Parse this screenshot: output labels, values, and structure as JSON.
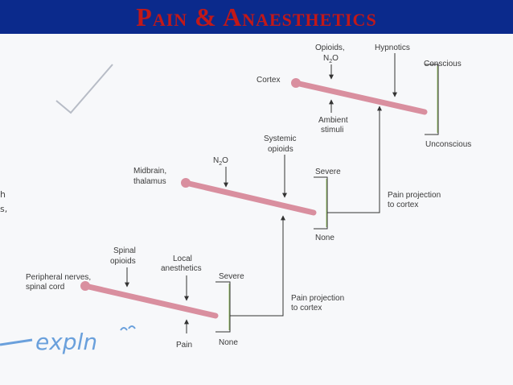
{
  "title": "Pain & Anaesthetics",
  "colors": {
    "title_bg": "#0b2a8c",
    "title_text": "#c21818",
    "pathway_bar": "#d98f9f",
    "handwriting": "#6aa0dc"
  },
  "diagram": {
    "cortex": {
      "node": "Cortex",
      "opioids": "Opioids,",
      "n2o": "N",
      "n2o_sub": "2",
      "n2o_end": "O",
      "hypnotics": "Hypnotics",
      "ambient_1": "Ambient",
      "ambient_2": "stimuli",
      "conscious": "Conscious",
      "unconscious": "Unconscious"
    },
    "midbrain": {
      "node_1": "Midbrain,",
      "node_2": "thalamus",
      "n2o": "N",
      "n2o_sub": "2",
      "n2o_end": "O",
      "systemic_1": "Systemic",
      "systemic_2": "opioids",
      "severe": "Severe",
      "none": "None",
      "projection_1": "Pain projection",
      "projection_2": "to cortex"
    },
    "peripheral": {
      "node_1": "Peripheral nerves,",
      "node_2": "spinal cord",
      "spinal_1": "Spinal",
      "spinal_2": "opioids",
      "local_1": "Local",
      "local_2": "anesthetics",
      "pain": "Pain",
      "severe": "Severe",
      "none": "None",
      "projection_1": "Pain projection",
      "projection_2": "to cortex"
    },
    "handwritten_note": "expln",
    "left_edge_fragment_1": "h",
    "left_edge_fragment_2": "s,"
  }
}
